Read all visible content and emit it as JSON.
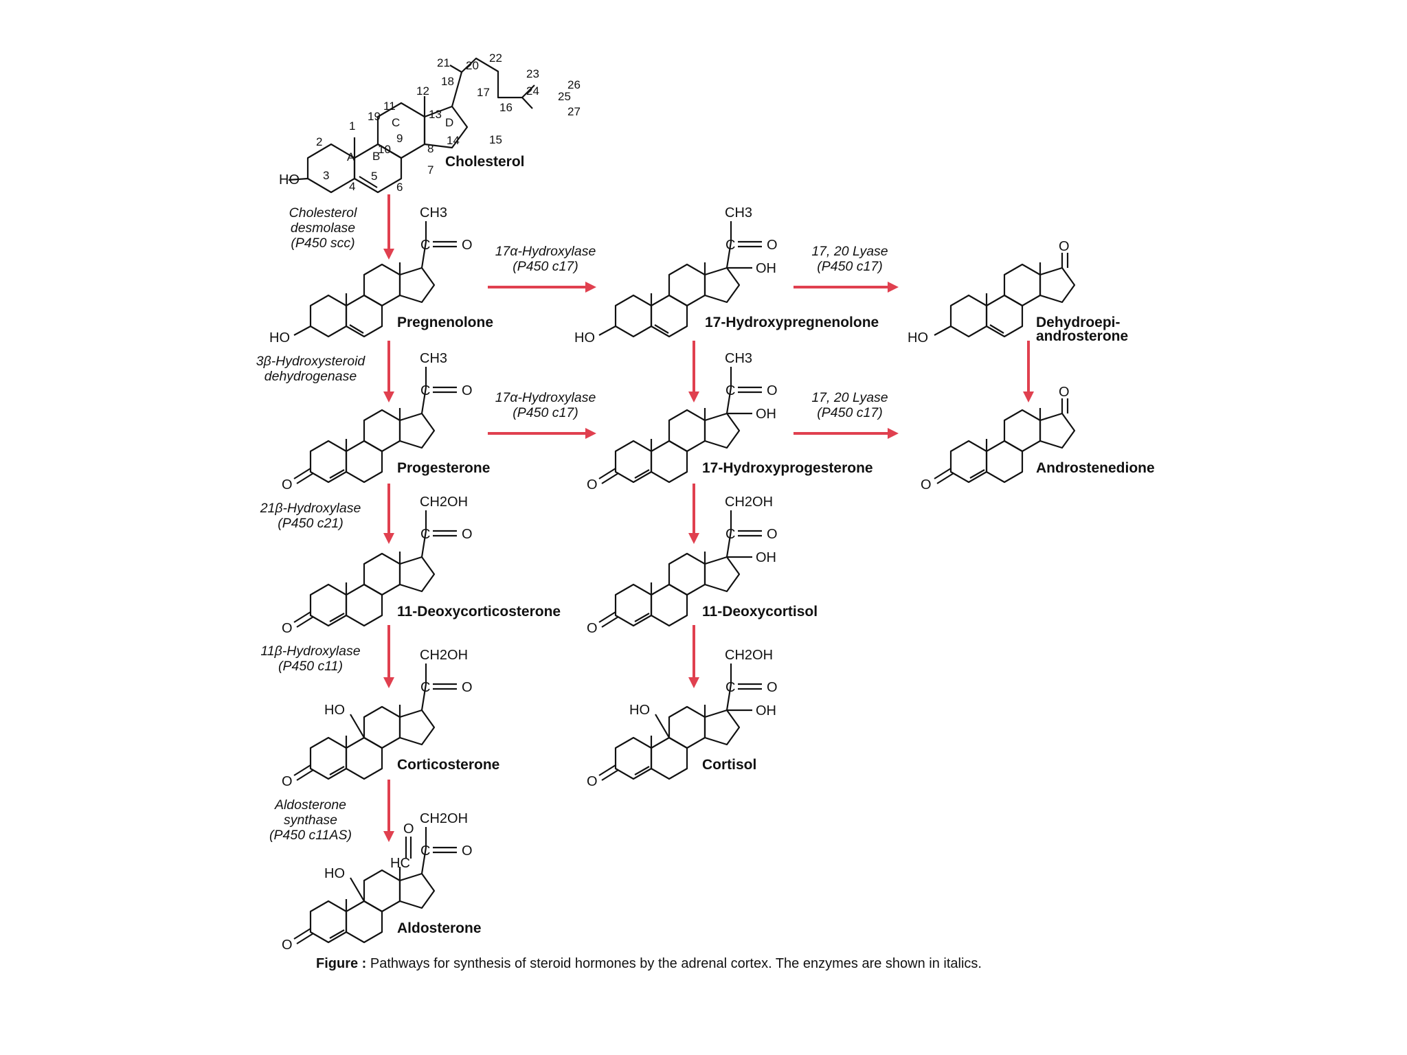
{
  "cholesterol": {
    "name": "Cholesterol",
    "ring_labels": [
      "A",
      "B",
      "C",
      "D"
    ],
    "carbon_numbers": [
      "1",
      "2",
      "3",
      "4",
      "5",
      "6",
      "7",
      "8",
      "9",
      "10",
      "11",
      "12",
      "13",
      "14",
      "15",
      "16",
      "17",
      "18",
      "19",
      "20",
      "21",
      "22",
      "23",
      "24",
      "25",
      "26",
      "27"
    ],
    "ho": "HO"
  },
  "compounds": [
    {
      "name": "Pregnenolone",
      "group_top": "CH3",
      "ketone": "C",
      "o": "O",
      "ring_sub": "HO"
    },
    {
      "name": "17-Hydroxypregnenolone",
      "group_top": "CH3",
      "ketone": "C",
      "o": "O",
      "oh": "OH",
      "ring_sub": "HO"
    },
    {
      "name": "Dehydroepi-",
      "name2": "androsterone",
      "o": "O",
      "ring_sub": "HO"
    },
    {
      "name": "Progesterone",
      "group_top": "CH3",
      "ketone": "C",
      "o": "O",
      "ring_sub": "O"
    },
    {
      "name": "17-Hydroxyprogesterone",
      "group_top": "CH3",
      "ketone": "C",
      "o": "O",
      "oh": "OH",
      "ring_sub": "O"
    },
    {
      "name": "Androstenedione",
      "o": "O",
      "ring_sub": "O"
    },
    {
      "name": "11-Deoxycorticosterone",
      "group_top": "CH2OH",
      "ketone": "C",
      "o": "O",
      "ring_sub": "O"
    },
    {
      "name": "11-Deoxycortisol",
      "group_top": "CH2OH",
      "ketone": "C",
      "o": "O",
      "oh": "OH",
      "ring_sub": "O"
    },
    {
      "name": "Corticosterone",
      "group_top": "CH2OH",
      "ketone": "C",
      "o": "O",
      "ho11": "HO",
      "ring_sub": "O"
    },
    {
      "name": "Cortisol",
      "group_top": "CH2OH",
      "ketone": "C",
      "o": "O",
      "oh": "OH",
      "ho11": "HO",
      "ring_sub": "O"
    },
    {
      "name": "Aldosterone",
      "group_top": "CH2OH",
      "ketone": "C",
      "o": "O",
      "ho11": "HO",
      "aldehyde": "HC",
      "ring_sub": "O"
    }
  ],
  "enzymes": [
    {
      "lines": [
        "Cholesterol",
        "desmolase",
        "(P450 scc)"
      ]
    },
    {
      "lines": [
        "3β-Hydroxysteroid",
        "dehydrogenase"
      ]
    },
    {
      "lines": [
        "21β-Hydroxylase",
        "(P450 c21)"
      ]
    },
    {
      "lines": [
        "11β-Hydroxylase",
        "(P450 c11)"
      ]
    },
    {
      "lines": [
        "Aldosterone",
        "synthase",
        "(P450 c11AS)"
      ]
    },
    {
      "lines": [
        "17α-Hydroxylase",
        "(P450 c17)"
      ]
    },
    {
      "lines": [
        "17α-Hydroxylase",
        "(P450 c17)"
      ]
    },
    {
      "lines": [
        "17, 20 Lyase",
        "(P450 c17)"
      ]
    },
    {
      "lines": [
        "17, 20 Lyase",
        "(P450 c17)"
      ]
    }
  ],
  "caption": {
    "label": "Figure :",
    "text": "Pathways for synthesis of steroid hormones by the adrenal cortex. The enzymes are shown in italics."
  },
  "colors": {
    "arrow": "#e0404f",
    "ink": "#111111"
  }
}
